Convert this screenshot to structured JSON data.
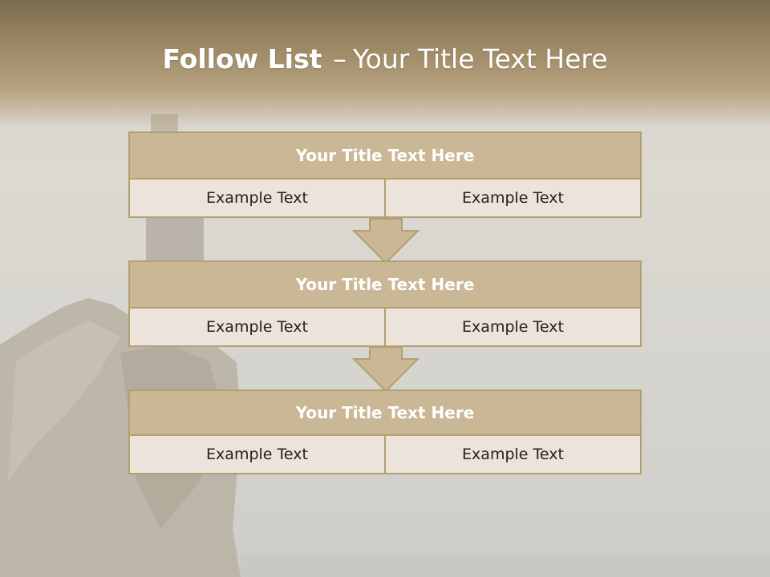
{
  "slide": {
    "title_strong": "Follow List",
    "title_dash": "–",
    "title_rest": "Your Title Text Here"
  },
  "steps": [
    {
      "title": "Your Title Text Here",
      "left": "Example Text",
      "right": "Example Text"
    },
    {
      "title": "Your Title Text Here",
      "left": "Example Text",
      "right": "Example Text"
    },
    {
      "title": "Your Title Text Here",
      "left": "Example Text",
      "right": "Example Text"
    }
  ],
  "colors": {
    "header_band": "#9b8763",
    "box_title_fill": "#c9b796",
    "box_border": "#b49f72",
    "cell_fill": "#ece4da",
    "arrow_fill": "#c9b796"
  }
}
